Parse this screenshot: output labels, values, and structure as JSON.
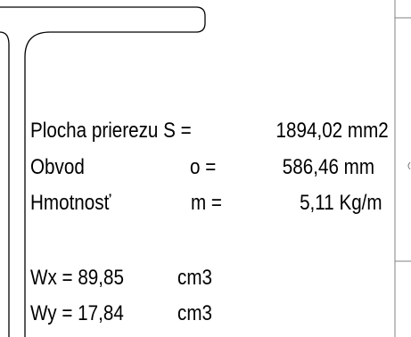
{
  "properties": {
    "area_label": "Plocha prierezu S =",
    "area_value": "1894,02 mm2",
    "perimeter_label": "Obvod",
    "perimeter_symbol": "o =",
    "perimeter_value": "586,46 mm",
    "mass_label": "Hmotnosť",
    "mass_symbol": "m =",
    "mass_value": "5,11 Kg/m",
    "wx_label": "Wx = 89,85",
    "wx_unit": "cm3",
    "wy_label": "Wy = 17,84",
    "wy_unit": "cm3"
  },
  "colors": {
    "line": "#000000",
    "frame": "#808080",
    "background": "#ffffff"
  }
}
